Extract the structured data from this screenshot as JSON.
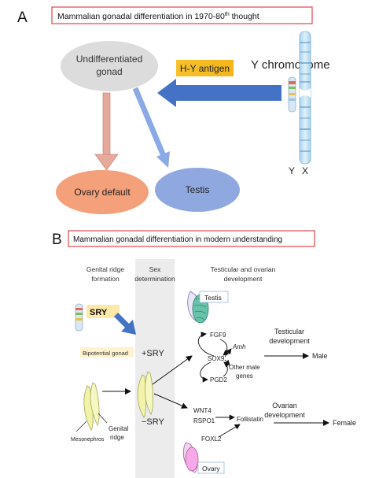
{
  "panel_a": {
    "letter": "A",
    "title_main": "Mammalian gonadal differentiation  in 1970-80",
    "title_sup": "th",
    "title_tail": " thought",
    "undiff_line1": "Undifferentiated",
    "undiff_line2": "gonad",
    "hy_antigen": "H-Y antigen",
    "y_chromosome": "Y chromosome",
    "ovary_default": "Ovary default",
    "testis": "Testis",
    "y_label": "Y",
    "x_label": "X"
  },
  "panel_b": {
    "letter": "B",
    "title": "Mammalian gonadal differentiation in modern understanding",
    "genital_ridge_line1": "Genital ridge",
    "genital_ridge_line2": "formation",
    "sex_det_line1": "Sex",
    "sex_det_line2": "determination",
    "test_ov_line1": "Testicular and ovarian",
    "test_ov_line2": "development",
    "sry": "SRY",
    "bipotential": "Bipotential gonad",
    "plus_sry": "+SRY",
    "minus_sry": "−SRY",
    "testis_label": "Testis",
    "ovary_label": "Ovary",
    "fgf9": "FGF9",
    "sox9": "SOX9",
    "amh": "Amh",
    "other_male_line1": "Other male",
    "other_male_line2": "genes",
    "pgd2": "PGD2",
    "testicular_dev_line1": "Testicular",
    "testicular_dev_line2": "development",
    "male": "Male",
    "wnt4": "WNT4",
    "rspo1": "RSPO1",
    "foxl2": "FOXL2",
    "follistatin": "Follistatin",
    "ovarian_dev_line1": "Ovarian",
    "ovarian_dev_line2": "development",
    "female": "Female",
    "mesonephros": "Mesonephros",
    "genital_ridge2_line1": "Genital",
    "genital_ridge2_line2": "ridge"
  }
}
